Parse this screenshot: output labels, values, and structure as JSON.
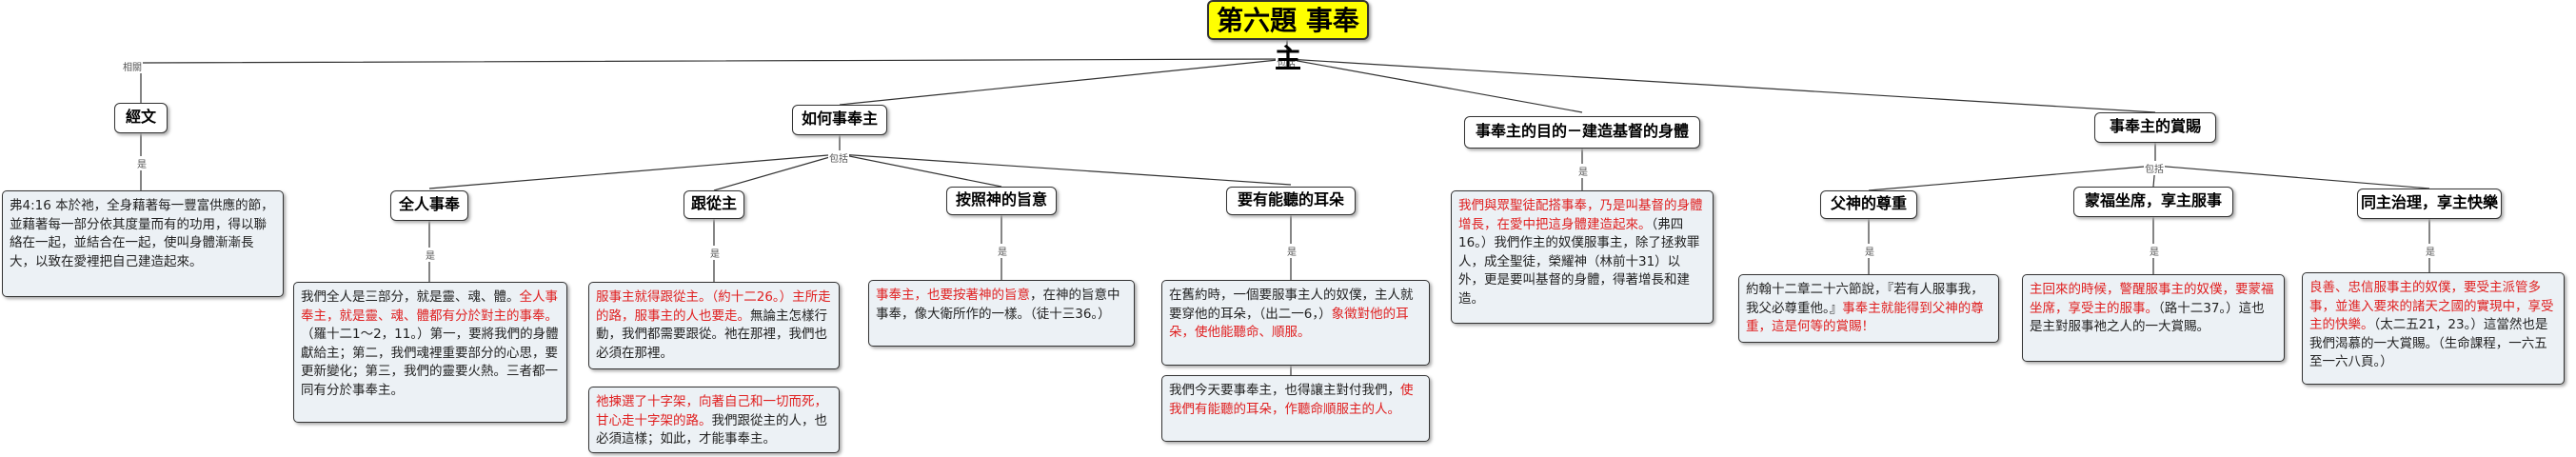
{
  "title": "第六題  事奉主",
  "labels": {
    "related": "相關",
    "includes": "包括",
    "is": "是"
  },
  "verse": {
    "title": "經文",
    "text": "弗4:16 本於祂，全身藉著每一豐富供應的節，並藉著每一部分依其度量而有的功用，得以聯絡在一起，並結合在一起，使叫身體漸漸長大，以致在愛裡把自己建造起來。"
  },
  "how": {
    "title": "如何事奉主",
    "children": [
      {
        "title": "全人事奉",
        "parts": [
          {
            "t": "我們全人是三部分，就是靈、魂、體。",
            "red": false
          },
          {
            "t": "全人事奉主，就是靈、魂、體都有分於對主的事奉。",
            "red": true
          },
          {
            "t": "（羅十二1～2，11。）第一，要將我們的身體獻給主；第二，我們魂裡重要部分的心思，要更新變化；第三，我們的靈要火熱。三者都一同有分於事奉主。",
            "red": false
          }
        ]
      },
      {
        "title": "跟從主",
        "parts": [
          {
            "t": "服事主就得跟從主。（約十二26。）主所走的路，服事主的人也要走。",
            "red": true
          },
          {
            "t": "無論主怎樣行動，我們都需要跟從。祂在那裡，我們也必須在那裡。",
            "red": false
          }
        ],
        "parts2": [
          {
            "t": "祂揀選了十字架，向著自己和一切而死，甘心走十字架的路。",
            "red": true
          },
          {
            "t": "我們跟從主的人，也必須這樣；如此，才能事奉主。",
            "red": false
          }
        ]
      },
      {
        "title": "按照神的旨意",
        "parts": [
          {
            "t": "事奉主，也要按著神的旨意",
            "red": true
          },
          {
            "t": "，在神的旨意中事奉，像大衛所作的一樣。（徒十三36。）",
            "red": false
          }
        ]
      },
      {
        "title": "要有能聽的耳朵",
        "parts": [
          {
            "t": "在舊約時，一個要服事主人的奴僕，主人就要穿他的耳朵，（出二一6，）",
            "red": false
          },
          {
            "t": "象徵對他的耳朵，使他能聽命、順服。",
            "red": true
          }
        ],
        "parts2": [
          {
            "t": "我們今天要事奉主，也得讓主對付我們，",
            "red": false
          },
          {
            "t": "使我們有能聽的耳朵，作聽命順服主的人。",
            "red": true
          }
        ]
      }
    ]
  },
  "purpose": {
    "title": "事奉主的目的－建造基督的身體",
    "parts": [
      {
        "t": "我們與眾聖徒配搭事奉，乃是叫基督的身體增長，在愛中把這身體建造起來。",
        "red": true
      },
      {
        "t": "（弗四16。）我們作主的奴僕服事主，除了拯救罪人，成全聖徒，榮耀神（林前十31）以外，更是要叫基督的身體，得著增長和建造。",
        "red": false
      }
    ]
  },
  "reward": {
    "title": "事奉主的賞賜",
    "children": [
      {
        "title": "父神的尊重",
        "parts": [
          {
            "t": "約翰十二章二十六節說，『若有人服事我，我父必尊重他。』",
            "red": false
          },
          {
            "t": "事奉主就能得到父神的尊重，這是何等的賞賜！",
            "red": true
          }
        ]
      },
      {
        "title": "蒙福坐席，享主服事",
        "parts": [
          {
            "t": "主回來的時候，警醒服事主的奴僕，要蒙福坐席，享受主的服事。",
            "red": true
          },
          {
            "t": "（路十二37。）這也是主對服事祂之人的一大賞賜。",
            "red": false
          }
        ]
      },
      {
        "title": "同主治理，享主快樂",
        "parts": [
          {
            "t": "良善、忠信服事主的奴僕，要受主派管多事，並進入要來的諸天之國的實現中，享受主的快樂。",
            "red": true
          },
          {
            "t": "（太二五21，23。）這當然也是我們渴慕的一大賞賜。（生命課程，一六五至一六八頁。）",
            "red": false
          }
        ]
      }
    ]
  }
}
